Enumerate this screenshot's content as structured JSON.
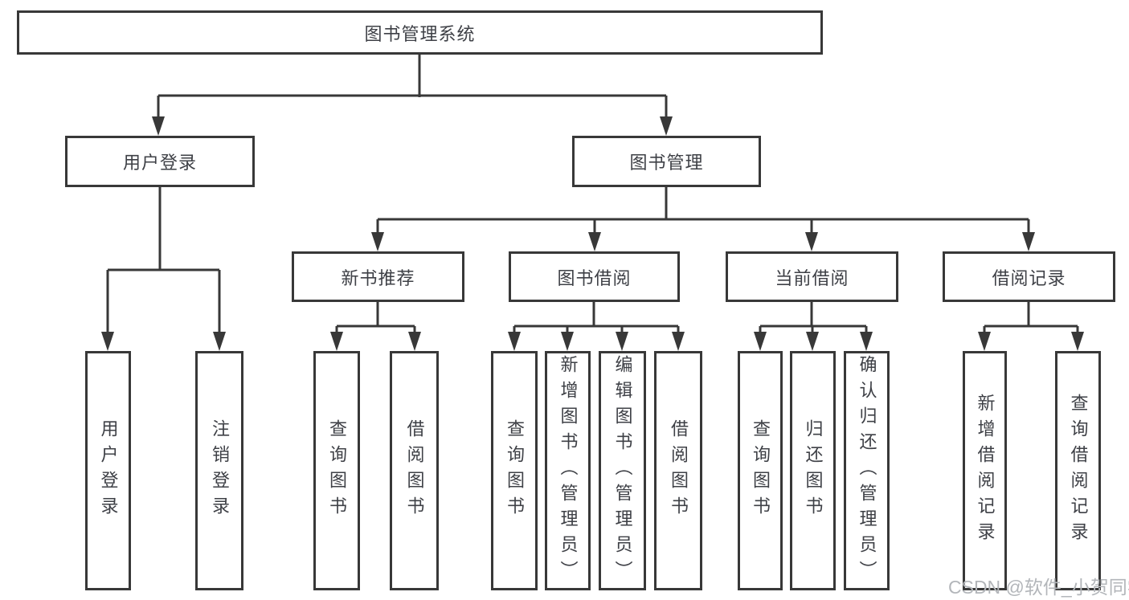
{
  "diagram": {
    "root": {
      "label": "图书管理系统"
    },
    "branches": [
      {
        "label": "用户登录",
        "children": [
          {
            "label": "用户登录"
          },
          {
            "label": "注销登录"
          }
        ]
      },
      {
        "label": "图书管理",
        "children": [
          {
            "label": "新书推荐",
            "children": [
              {
                "label": "查询图书"
              },
              {
                "label": "借阅图书"
              }
            ]
          },
          {
            "label": "图书借阅",
            "children": [
              {
                "label": "查询图书"
              },
              {
                "label": "新增图书（管理员）"
              },
              {
                "label": "编辑图书（管理员）"
              },
              {
                "label": "借阅图书"
              }
            ]
          },
          {
            "label": "当前借阅",
            "children": [
              {
                "label": "查询图书"
              },
              {
                "label": "归还图书"
              },
              {
                "label": "确认归还（管理员）"
              }
            ]
          },
          {
            "label": "借阅记录",
            "children": [
              {
                "label": "新增借阅记录"
              },
              {
                "label": "查询借阅记录"
              }
            ]
          }
        ]
      }
    ]
  },
  "watermark": {
    "text": "CSDN @软件_小贺同学"
  },
  "colors": {
    "line": "#383838",
    "text": "#3e4046",
    "watermark": "#b3b6ba",
    "bg": "#ffffff"
  }
}
